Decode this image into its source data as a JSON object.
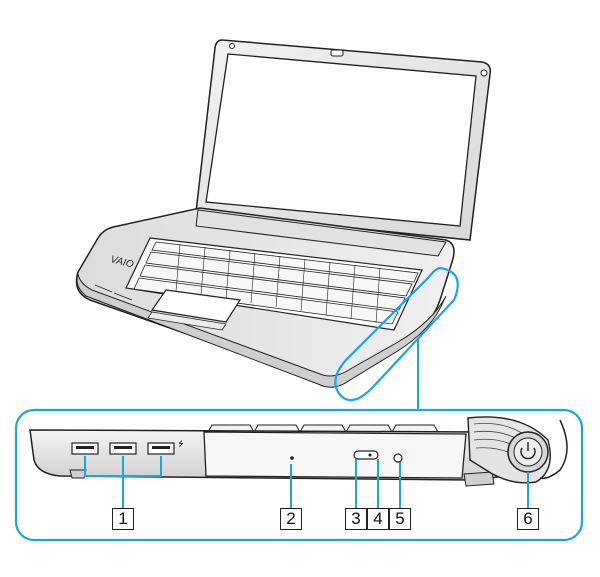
{
  "figure": {
    "description_visible_text": "",
    "callouts": [
      "1",
      "2",
      "3",
      "4",
      "5",
      "6"
    ],
    "colors": {
      "highlight": "#1aa7df",
      "line": "#222222",
      "body_fill": "#ededed",
      "body_shade": "#d6d6d6"
    },
    "logo_text": "VAIO"
  }
}
